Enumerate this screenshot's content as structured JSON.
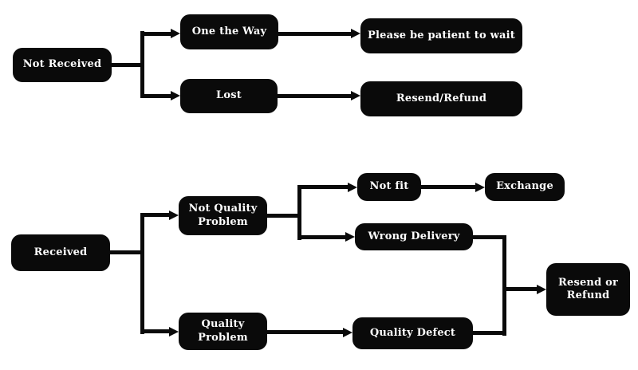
{
  "diagram": {
    "type": "flowchart",
    "colors": {
      "background": "#ffffff",
      "node_background": "#0a0a0a",
      "node_text": "#ffffff",
      "connector": "#0a0a0a"
    },
    "edges": [
      {
        "from": "Not Received",
        "to": "One the Way"
      },
      {
        "from": "Not Received",
        "to": "Lost"
      },
      {
        "from": "One the Way",
        "to": "Please be patient to wait"
      },
      {
        "from": "Lost",
        "to": "Resend/Refund"
      },
      {
        "from": "Received",
        "to": "Not Quality Problem"
      },
      {
        "from": "Received",
        "to": "Quality Problem"
      },
      {
        "from": "Not Quality Problem",
        "to": "Not fit"
      },
      {
        "from": "Not Quality Problem",
        "to": "Wrong Delivery"
      },
      {
        "from": "Not fit",
        "to": "Exchange"
      },
      {
        "from": "Quality Problem",
        "to": "Quality Defect"
      },
      {
        "from": "Wrong Delivery",
        "to": "Resend or Refund"
      },
      {
        "from": "Quality Defect",
        "to": "Resend or Refund"
      }
    ]
  },
  "nodes": {
    "not_received": {
      "label": "Not Received"
    },
    "one_the_way": {
      "label": "One the Way"
    },
    "lost": {
      "label": "Lost"
    },
    "be_patient": {
      "label": "Please be patient to wait"
    },
    "resend_refund": {
      "label": "Resend/Refund"
    },
    "received": {
      "label": "Received"
    },
    "not_quality_problem": {
      "label": "Not Quality Problem"
    },
    "quality_problem": {
      "label": "Quality Problem"
    },
    "not_fit": {
      "label": "Not fit"
    },
    "exchange": {
      "label": "Exchange"
    },
    "wrong_delivery": {
      "label": "Wrong Delivery"
    },
    "quality_defect": {
      "label": "Quality Defect"
    },
    "resend_or_refund": {
      "label": "Resend or Refund"
    }
  }
}
